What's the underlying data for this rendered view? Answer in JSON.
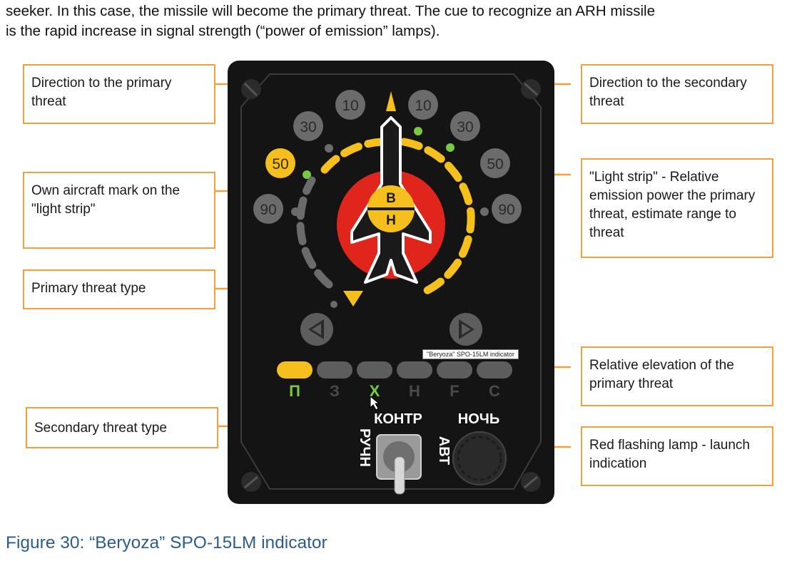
{
  "intro": {
    "line1": "seeker. In this case, the missile will become the primary threat.  The cue to recognize an ARH missile",
    "line2": "is the rapid increase in signal strength (“power of emission” lamps)."
  },
  "callouts": {
    "direction_primary": "Direction to the primary threat",
    "direction_secondary": "Direction to the secondary threat",
    "own_aircraft": "Own aircraft mark on the \"light strip\"",
    "light_strip": "\"Light strip\" - Relative emission power the primary threat, estimate range to threat",
    "primary_type": "Primary threat type",
    "relative_elevation": "Relative elevation of the primary threat",
    "secondary_type": "Secondary threat type",
    "red_lamp": "Red flashing lamp - launch indication"
  },
  "panel": {
    "bearing_left": [
      "10",
      "30",
      "50",
      "90"
    ],
    "bearing_right": [
      "10",
      "30",
      "50",
      "90"
    ],
    "elevation_upper": "В",
    "elevation_lower": "Н",
    "type_letters": [
      "П",
      "З",
      "Х",
      "Н",
      "F",
      "С"
    ],
    "switch_top": "КОНТР",
    "switch_left": "РУЧН",
    "switch_right": "АВТ",
    "night": "НОЧЬ",
    "tooltip": "\"Beryoza\" SPO-15LM indicator"
  },
  "caption": "Figure 30: “Beryoza” SPO-15LM indicator",
  "colors": {
    "callout_border": "#f2a13a",
    "amber": "#f5c01e",
    "lamp_red": "#e0261c",
    "lamp_green": "#7ac943",
    "caption": "#2e5c8a"
  }
}
